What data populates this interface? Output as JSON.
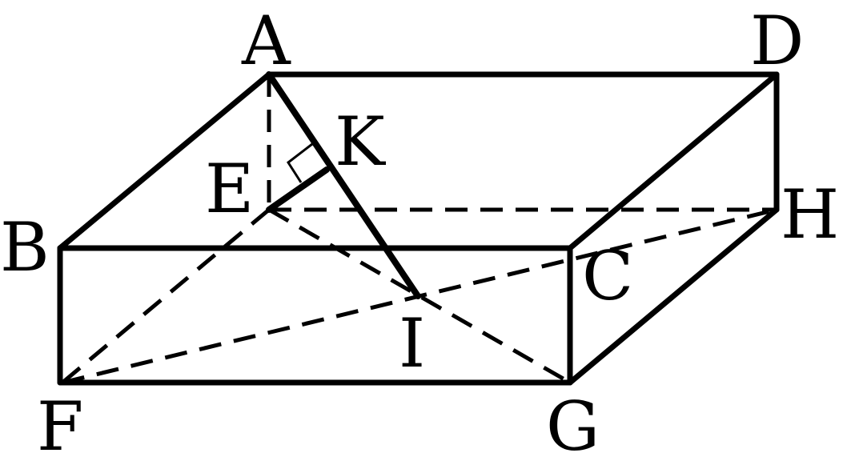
{
  "points": {
    "A": "A",
    "B": "B",
    "C": "C",
    "D": "D",
    "E": "E",
    "F": "F",
    "G": "G",
    "H": "H",
    "I": "I",
    "K": "K"
  },
  "colors": {
    "stroke": "#000000",
    "background": "#ffffff"
  }
}
